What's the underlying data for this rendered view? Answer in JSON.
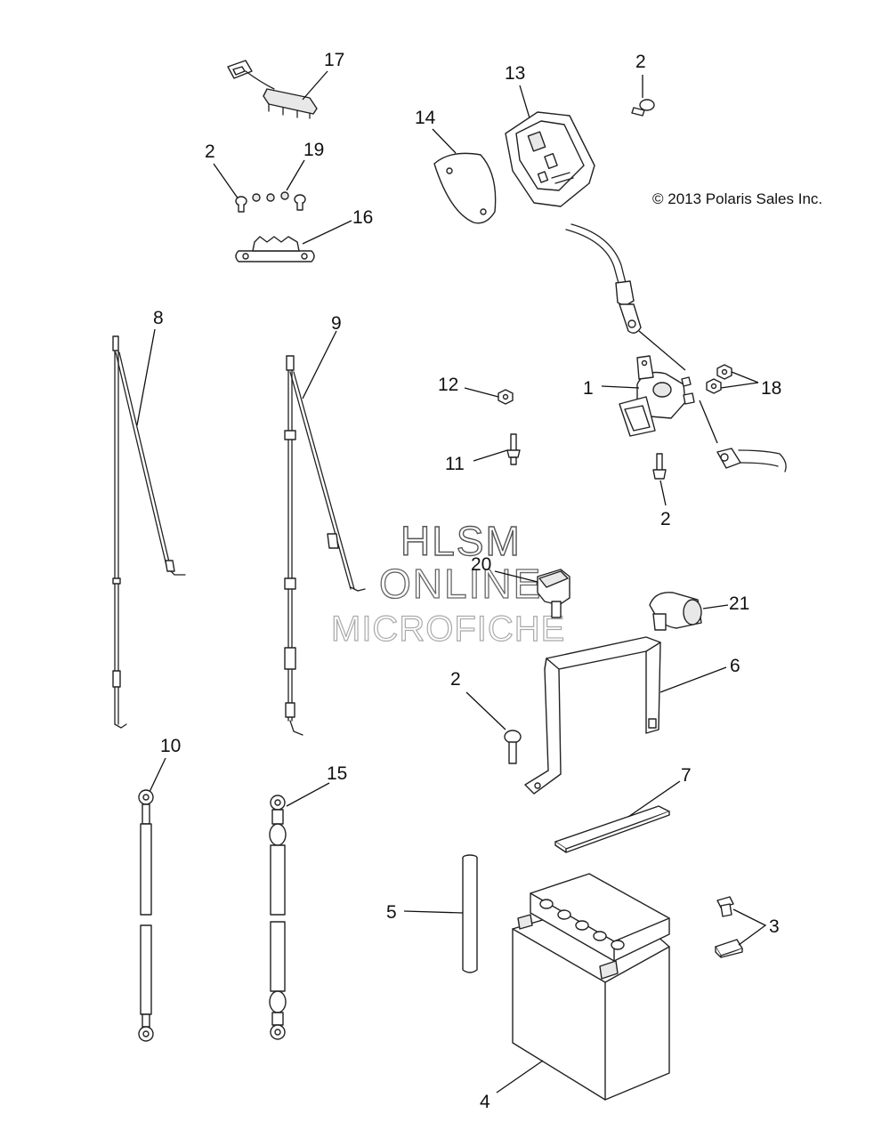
{
  "copyright": "© 2013 Polaris Sales Inc.",
  "watermark": {
    "line1": "HLSM",
    "line2": "ONLINE",
    "line3": "MICROFICHE"
  },
  "callouts": {
    "c17": "17",
    "c2a": "2",
    "c19": "19",
    "c16": "16",
    "c13": "13",
    "c14": "14",
    "c2b": "2",
    "c8": "8",
    "c9": "9",
    "c12": "12",
    "c1": "1",
    "c18": "18",
    "c11": "11",
    "c2c": "2",
    "c20": "20",
    "c21": "21",
    "c6": "6",
    "c2d": "2",
    "c10": "10",
    "c15": "15",
    "c7": "7",
    "c5": "5",
    "c3": "3",
    "c4": "4"
  }
}
